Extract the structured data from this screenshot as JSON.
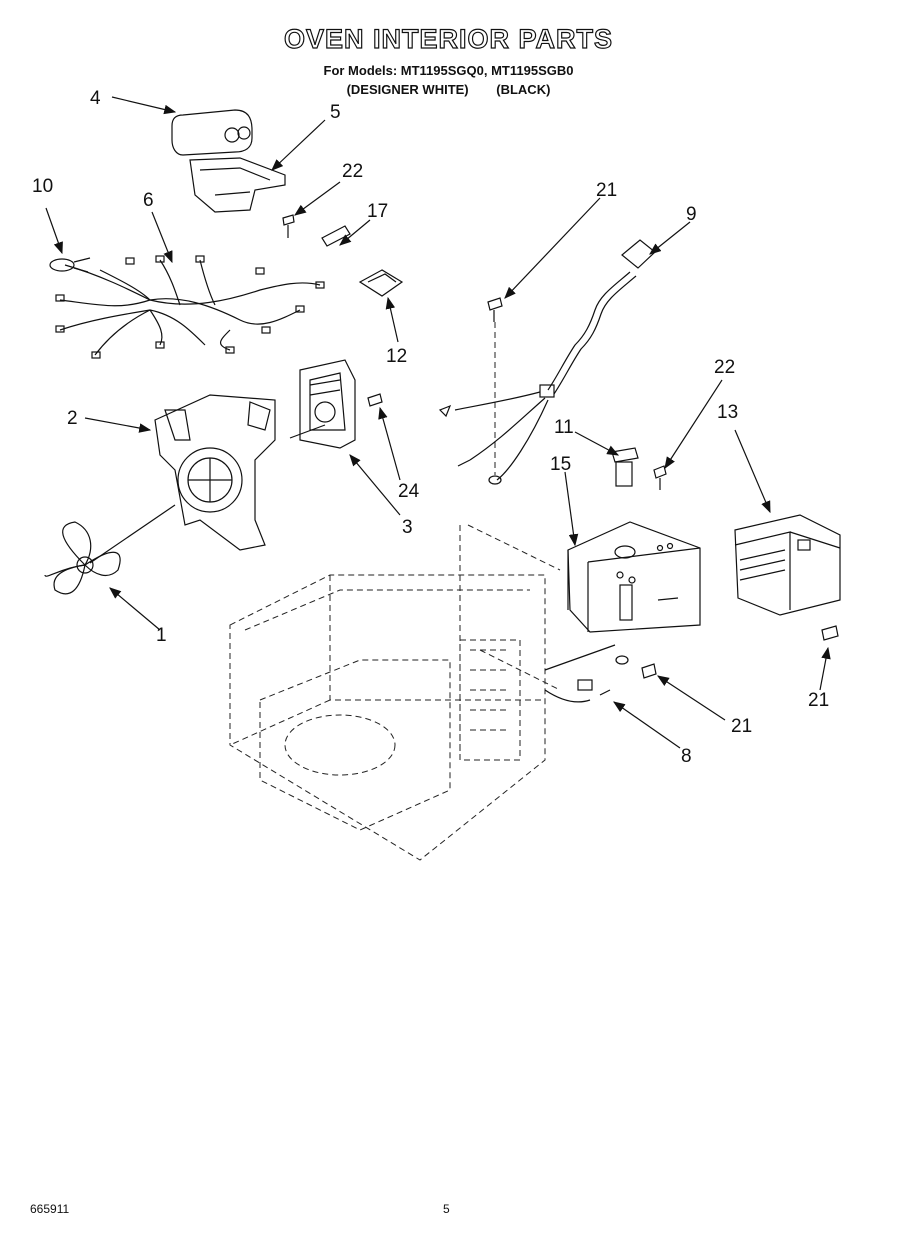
{
  "header": {
    "title": "OVEN INTERIOR PARTS",
    "models_line": "For Models: MT1195SGQ0, MT1195SGB0",
    "variant_white": "(DESIGNER WHITE)",
    "variant_black": "(BLACK)"
  },
  "callouts": {
    "c1": "1",
    "c2": "2",
    "c3": "3",
    "c4": "4",
    "c5": "5",
    "c6": "6",
    "c8": "8",
    "c9": "9",
    "c10": "10",
    "c11": "11",
    "c12": "12",
    "c13": "13",
    "c15": "15",
    "c17": "17",
    "c21a": "21",
    "c21b": "21",
    "c21c": "21",
    "c22a": "22",
    "c22b": "22",
    "c24": "24"
  },
  "footer": {
    "doc_number": "665911",
    "page_number": "5"
  }
}
